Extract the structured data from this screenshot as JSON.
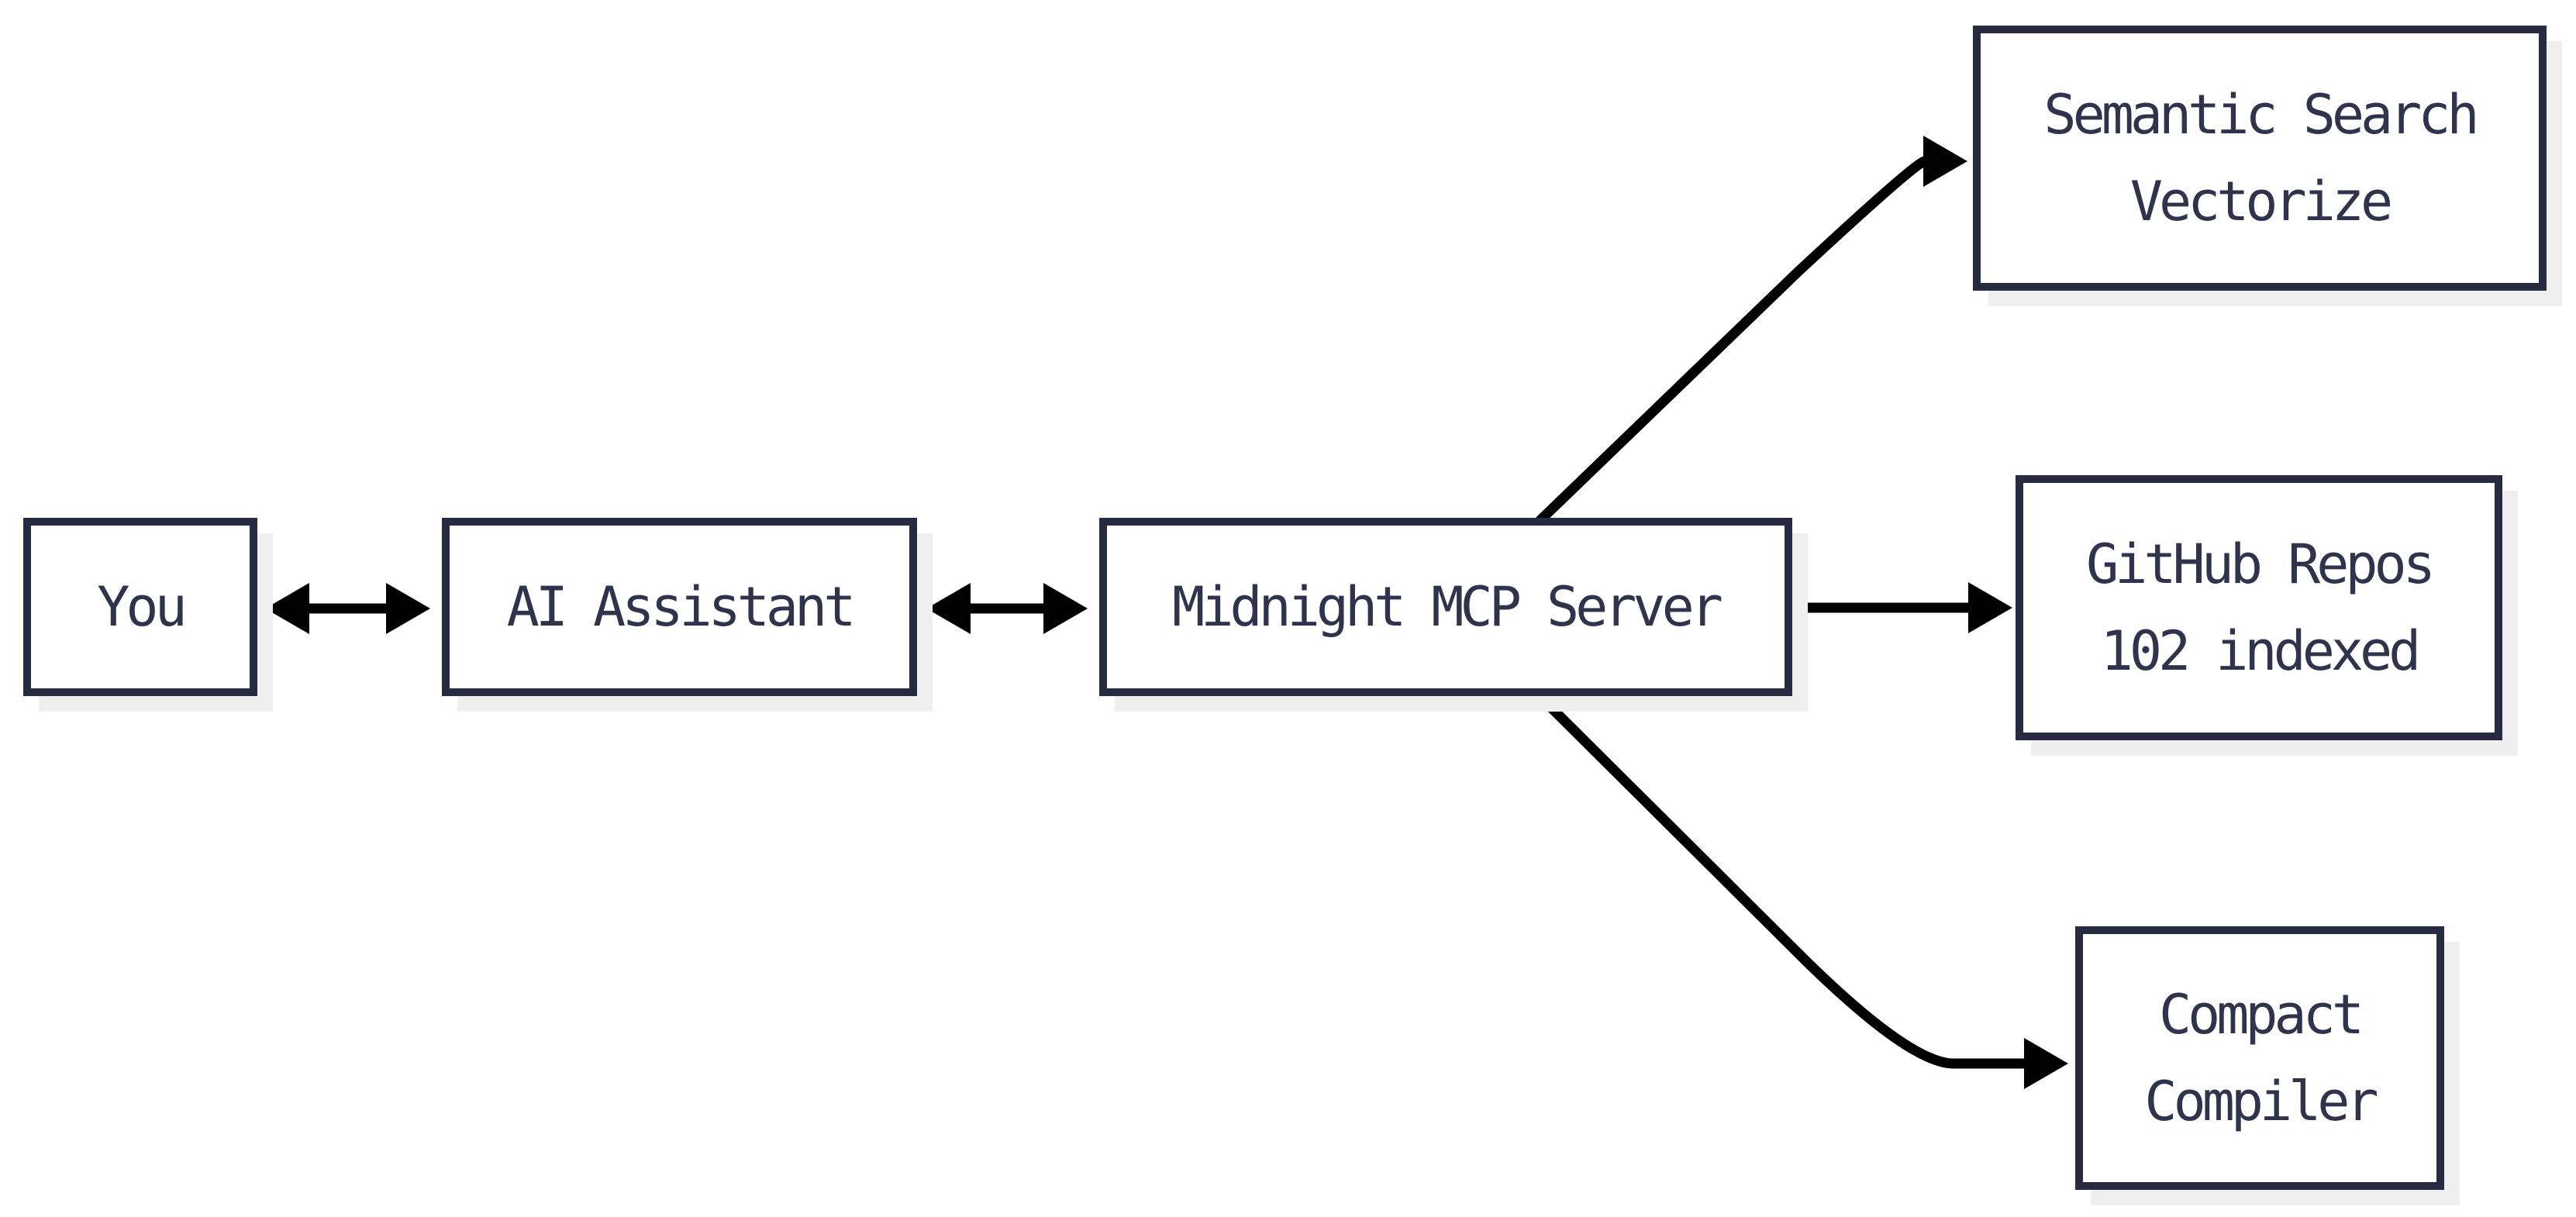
{
  "diagram": {
    "background": "#ffffff",
    "colors": {
      "box_border": "#272b42",
      "box_fill": "#ffffff",
      "text": "#2f334b",
      "shadow": "#efefef",
      "arrow": "#000000"
    },
    "nodes": {
      "you": {
        "lines": [
          "You"
        ]
      },
      "ai_assistant": {
        "lines": [
          "AI Assistant"
        ]
      },
      "mcp_server": {
        "lines": [
          "Midnight MCP Server"
        ]
      },
      "semantic_search": {
        "lines": [
          "Semantic Search",
          "Vectorize"
        ]
      },
      "github_repos": {
        "lines": [
          "GitHub Repos",
          "102 indexed"
        ]
      },
      "compact_compiler": {
        "lines": [
          "Compact",
          "Compiler"
        ]
      }
    },
    "edges": [
      {
        "from": "you",
        "to": "ai_assistant",
        "direction": "bidirectional"
      },
      {
        "from": "ai_assistant",
        "to": "mcp_server",
        "direction": "bidirectional"
      },
      {
        "from": "mcp_server",
        "to": "semantic_search",
        "direction": "forward"
      },
      {
        "from": "mcp_server",
        "to": "github_repos",
        "direction": "forward"
      },
      {
        "from": "mcp_server",
        "to": "compact_compiler",
        "direction": "forward"
      }
    ]
  }
}
